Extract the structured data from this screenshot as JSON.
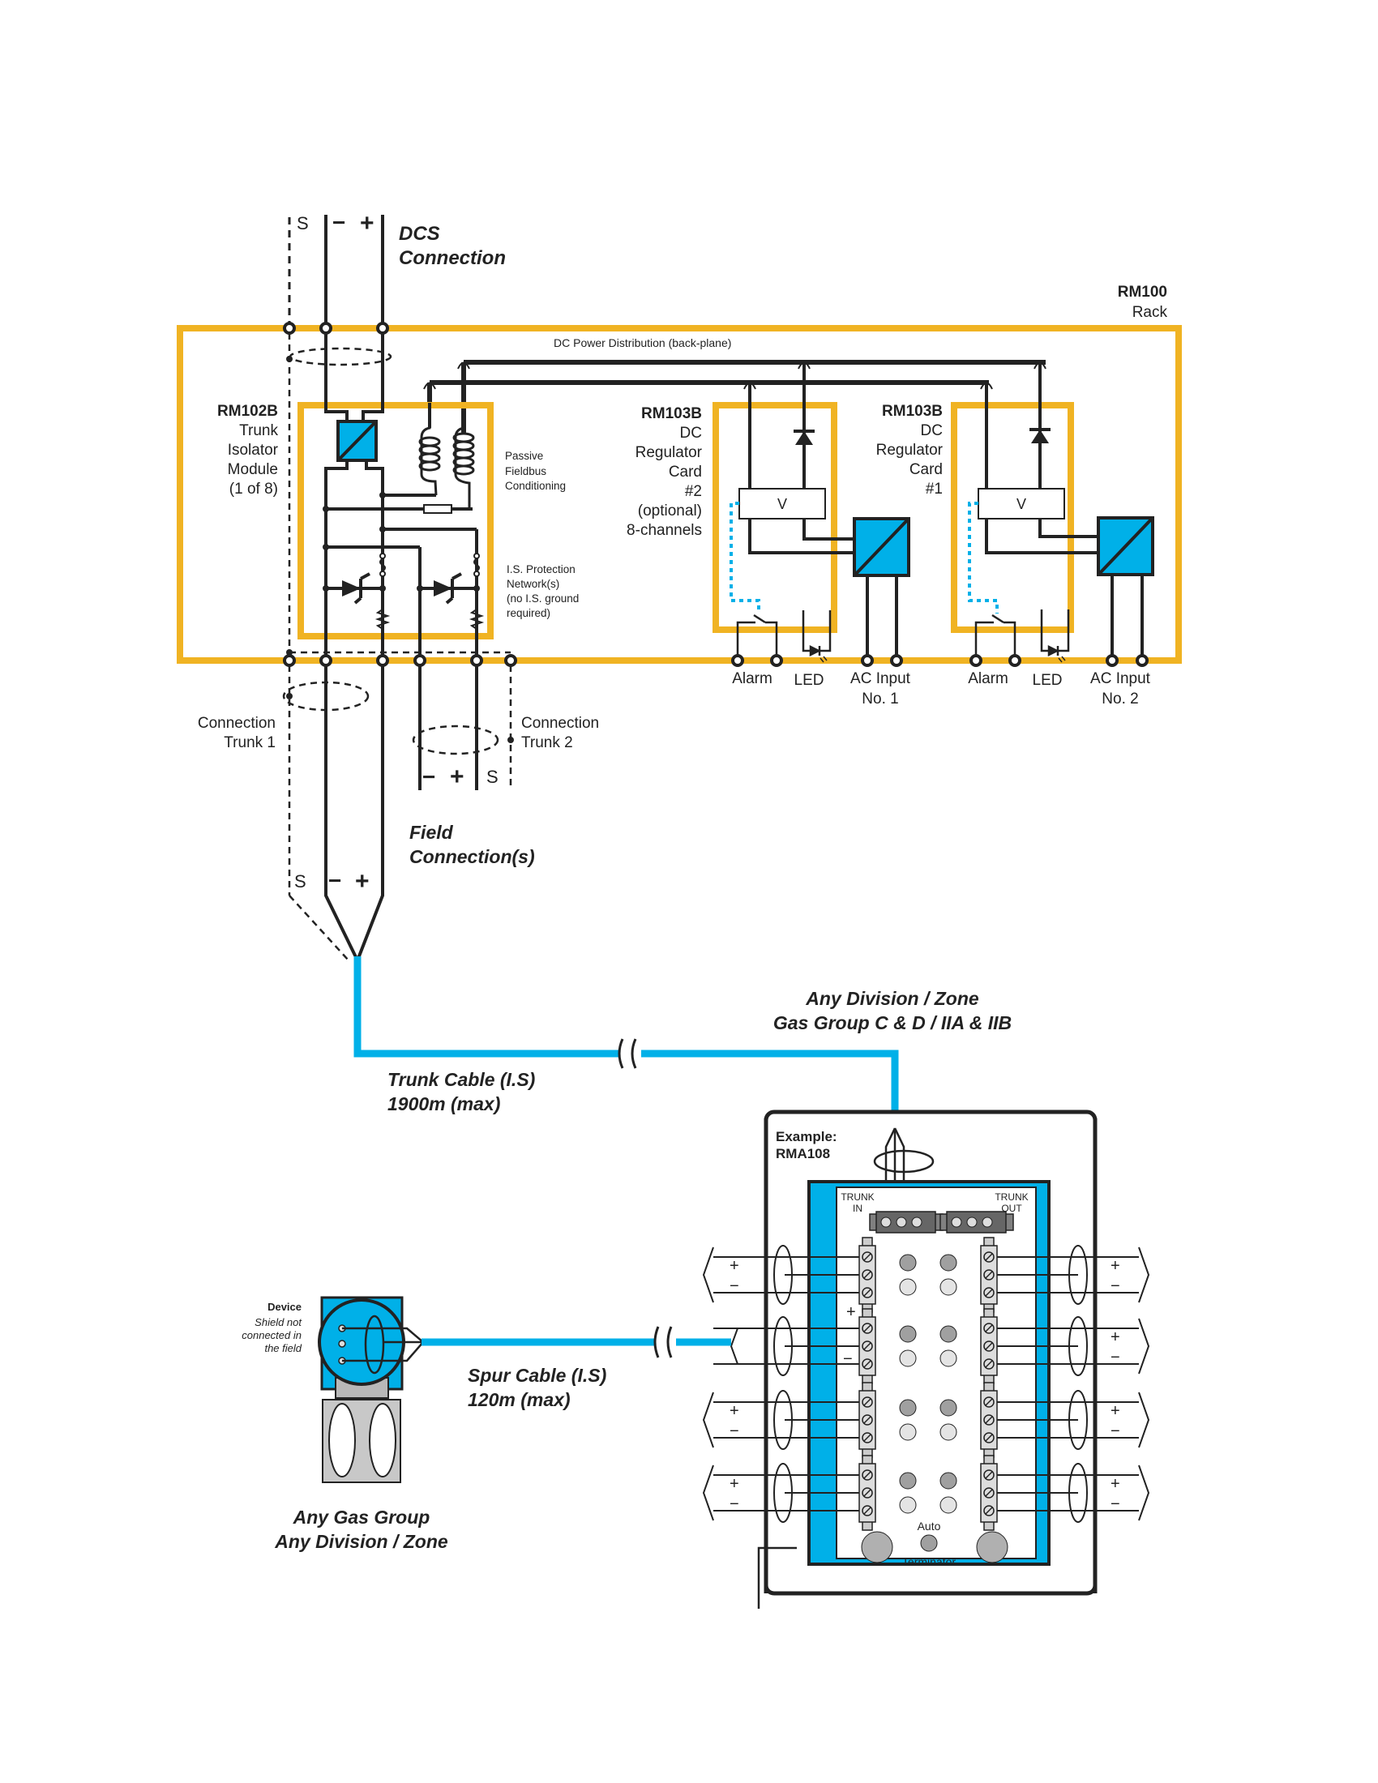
{
  "colors": {
    "rack": "#f0b323",
    "cable": "#00b0e8",
    "wire": "#222222",
    "terminal_gray": "#b8b8b8",
    "led_dark": "#a0a0a0",
    "led_light": "#e4e4e4"
  },
  "dcs": {
    "title_line1": "DCS",
    "title_line2": "Connection",
    "shield_label": "S",
    "minus_label": "−",
    "plus_label": "+"
  },
  "rack": {
    "model": "RM100",
    "name": "Rack",
    "backplane_label": "DC Power Distribution  (back-plane)"
  },
  "isolator": {
    "model": "RM102B",
    "lines": [
      "Trunk",
      "Isolator",
      "Module",
      "(1 of 8)"
    ],
    "conditioning_lines": [
      "Passive",
      "Fieldbus",
      "Conditioning"
    ],
    "protection_lines": [
      "I.S. Protection",
      "Network(s)",
      "(no I.S. ground",
      "required)"
    ]
  },
  "regulator2": {
    "model": "RM103B",
    "lines": [
      "DC",
      "Regulator",
      "Card",
      "#2",
      "(optional)",
      "8-channels"
    ],
    "box_label": "V"
  },
  "regulator1": {
    "model": "RM103B",
    "lines": [
      "DC",
      "Regulator",
      "Card",
      "#1"
    ],
    "box_label": "V"
  },
  "bottom_terminals": {
    "alarm": "Alarm",
    "led": "LED",
    "ac1_line1": "AC Input",
    "ac1_line2": "No. 1",
    "ac2_line1": "AC Input",
    "ac2_line2": "No. 2"
  },
  "trunks": {
    "trunk1_line1": "Connection",
    "trunk1_line2": "Trunk 1",
    "trunk2_line1": "Connection",
    "trunk2_line2": "Trunk 2",
    "trunk2_minus": "−",
    "trunk2_plus": "+",
    "trunk2_shield": "S"
  },
  "field": {
    "line1": "Field",
    "line2": "Connection(s)",
    "shield_label": "S",
    "minus_label": "−",
    "plus_label": "+"
  },
  "trunk_cable": {
    "line1": "Trunk Cable (I.S)",
    "line2": "1900m (max)"
  },
  "area": {
    "line1": "Any Division / Zone",
    "line2": "Gas Group C & D / IIA & IIB"
  },
  "junction": {
    "example_label": "Example:",
    "model": "RMA108",
    "trunk_in_line1": "TRUNK",
    "trunk_in_line2": "IN",
    "trunk_out_line1": "TRUNK",
    "trunk_out_line2": "OUT",
    "auto_label": "Auto",
    "terminator_label": "Terminator",
    "plus": "+",
    "minus": "−"
  },
  "device": {
    "title": "Device",
    "note_lines": [
      "Shield not",
      "connected in",
      "the field"
    ]
  },
  "spur_cable": {
    "line1": "Spur Cable (I.S)",
    "line2": "120m (max)"
  },
  "device_area": {
    "line1": "Any Gas Group",
    "line2": "Any Division / Zone"
  }
}
